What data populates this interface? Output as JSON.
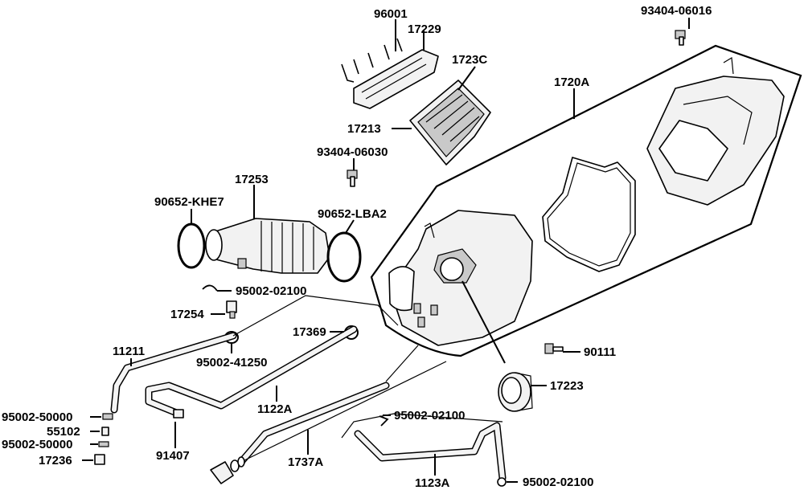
{
  "diagram": {
    "callouts": [
      {
        "id": "c96001",
        "text": "96001"
      },
      {
        "id": "c17229",
        "text": "17229"
      },
      {
        "id": "c1723C",
        "text": "1723C"
      },
      {
        "id": "c17213",
        "text": "17213"
      },
      {
        "id": "c93404_06030",
        "text": "93404-06030"
      },
      {
        "id": "c93404_06016",
        "text": "93404-06016"
      },
      {
        "id": "c1720A",
        "text": "1720A"
      },
      {
        "id": "c17253",
        "text": "17253"
      },
      {
        "id": "c90652_KHE7",
        "text": "90652-KHE7"
      },
      {
        "id": "c90652_LBA2",
        "text": "90652-LBA2"
      },
      {
        "id": "c95002_02100_a",
        "text": "95002-02100"
      },
      {
        "id": "c17254",
        "text": "17254"
      },
      {
        "id": "c17369",
        "text": "17369"
      },
      {
        "id": "c11211",
        "text": "11211"
      },
      {
        "id": "c95002_41250",
        "text": "95002-41250"
      },
      {
        "id": "c1122A",
        "text": "1122A"
      },
      {
        "id": "c90111",
        "text": "90111"
      },
      {
        "id": "c17223",
        "text": "17223"
      },
      {
        "id": "c95002_50000_a",
        "text": "95002-50000"
      },
      {
        "id": "c55102",
        "text": "55102"
      },
      {
        "id": "c95002_50000_b",
        "text": "95002-50000"
      },
      {
        "id": "c17236",
        "text": "17236"
      },
      {
        "id": "c91407",
        "text": "91407"
      },
      {
        "id": "c1737A",
        "text": "1737A"
      },
      {
        "id": "c95002_02100_b",
        "text": "95002-02100"
      },
      {
        "id": "c1123A",
        "text": "1123A"
      },
      {
        "id": "c95002_02100_c",
        "text": "95002-02100"
      }
    ]
  }
}
